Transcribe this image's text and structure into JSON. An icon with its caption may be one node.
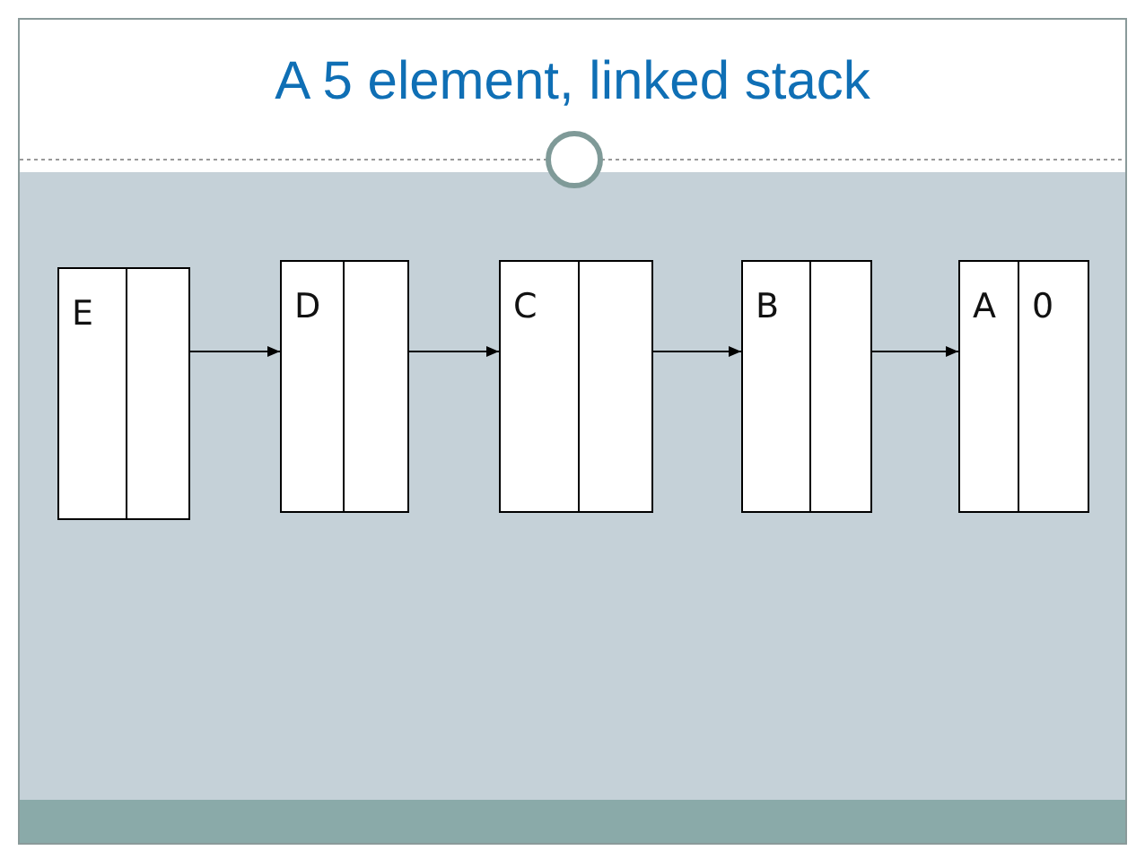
{
  "diagram": {
    "title": "A 5 element, linked stack",
    "nodes": [
      {
        "text": [
          "E"
        ]
      },
      {
        "text": [
          "D"
        ]
      },
      {
        "text": [
          "C"
        ]
      },
      {
        "text": [
          "B"
        ]
      },
      {
        "text": [
          "A",
          "0"
        ]
      }
    ],
    "edges": [
      {
        "from": 0,
        "to": 1,
        "arrow": "to"
      },
      {
        "from": 1,
        "to": 2,
        "arrow": "to"
      },
      {
        "from": 2,
        "to": 3,
        "arrow": "to"
      },
      {
        "from": 3,
        "to": 4,
        "arrow": "to"
      }
    ]
  }
}
